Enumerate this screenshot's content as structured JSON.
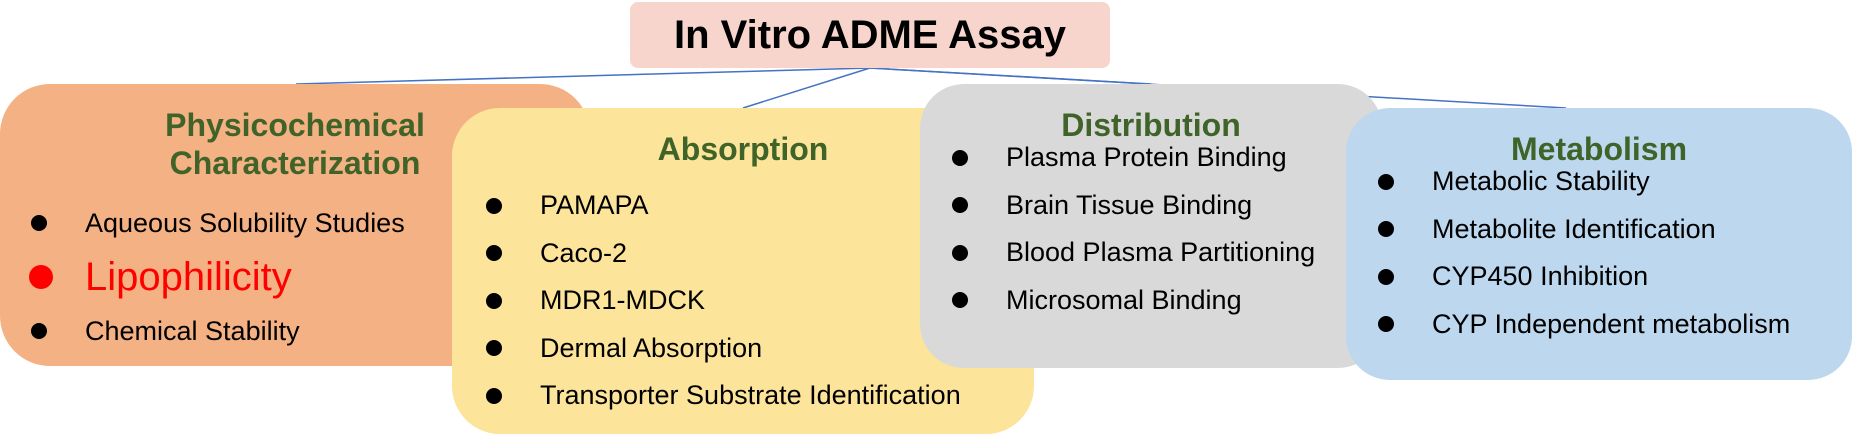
{
  "root": {
    "title": "In Vitro ADME Assay"
  },
  "colors": {
    "root_fill": "#f7d4cc",
    "physicochemical_fill": "#f4b183",
    "absorption_fill": "#fde49b",
    "distribution_fill": "#d9d9d9",
    "metabolism_fill": "#bdd7ee",
    "title_text": "#3f6328",
    "highlight": "#ff0000",
    "connector": "#4472c4"
  },
  "categories": {
    "physicochemical": {
      "title": "Physicochemical Characterization",
      "items": [
        "Aqueous Solubility Studies",
        "Lipophilicity",
        "Chemical Stability"
      ],
      "highlighted_item": "Lipophilicity"
    },
    "absorption": {
      "title": "Absorption",
      "items": [
        "PAMAPA",
        "Caco-2",
        "MDR1-MDCK",
        "Dermal Absorption",
        "Transporter Substrate Identification"
      ]
    },
    "distribution": {
      "title": "Distribution",
      "items": [
        "Plasma Protein Binding",
        "Brain Tissue Binding",
        "Blood Plasma Partitioning",
        "Microsomal Binding"
      ]
    },
    "metabolism": {
      "title": "Metabolism",
      "items": [
        "Metabolic Stability",
        "Metabolite Identification",
        "CYP450 Inhibition",
        "CYP Independent metabolism"
      ]
    }
  }
}
